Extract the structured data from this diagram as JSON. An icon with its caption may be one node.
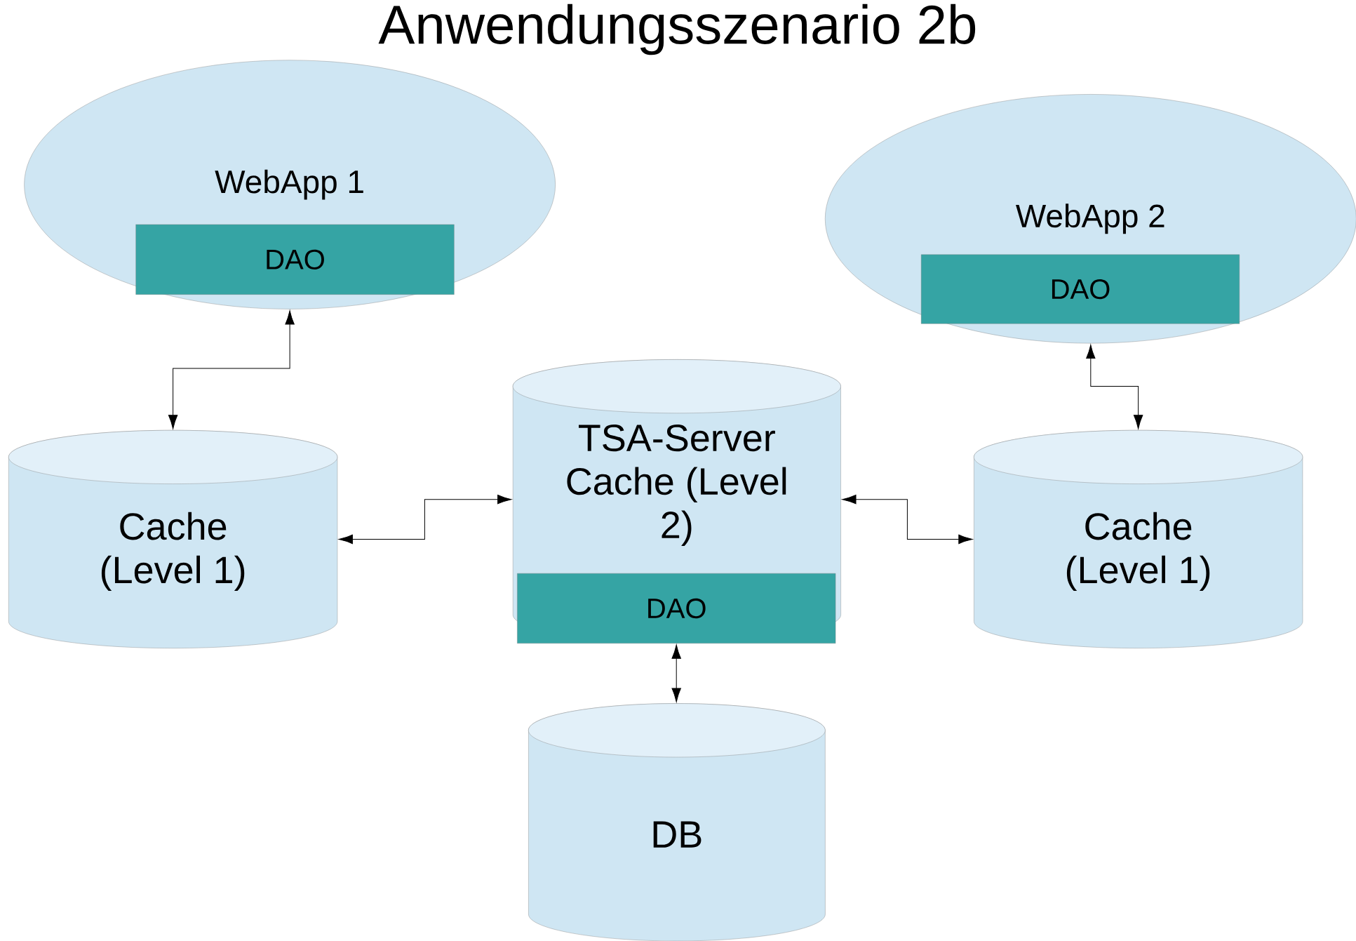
{
  "diagram": {
    "title": "Anwendungsszenario 2b",
    "nodes": [
      {
        "text": [
          "WebApp 1"
        ]
      },
      {
        "text": [
          "DAO"
        ],
        "in": 0
      },
      {
        "text": [
          "WebApp 2"
        ]
      },
      {
        "text": [
          "DAO"
        ],
        "in": 2
      },
      {
        "text": [
          "Cache (Level 1)"
        ]
      },
      {
        "text": [
          "TSA-Server Cache (Level 2)"
        ]
      },
      {
        "text": [
          "DAO"
        ],
        "in": 5
      },
      {
        "text": [
          "Cache (Level 1)"
        ]
      },
      {
        "text": [
          "DB"
        ]
      }
    ],
    "edges": [
      {
        "from": 0,
        "to": 4,
        "arrow": "both"
      },
      {
        "from": 2,
        "to": 7,
        "arrow": "both"
      },
      {
        "from": 4,
        "to": 5,
        "arrow": "both"
      },
      {
        "from": 5,
        "to": 7,
        "arrow": "both"
      },
      {
        "from": 6,
        "to": 8,
        "arrow": "both"
      }
    ]
  }
}
